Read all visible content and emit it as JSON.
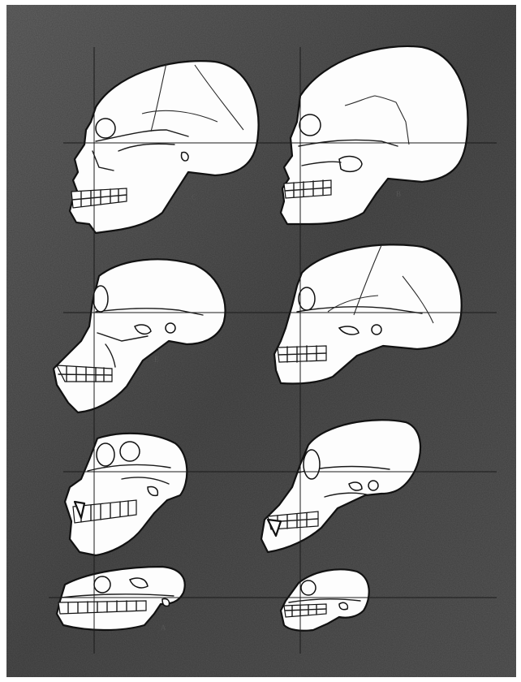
{
  "figure": {
    "background_color": "#5a5a5a",
    "line_color": "#111111",
    "skull_fill": "#fdfdfd"
  },
  "labels": {
    "top_left": "C",
    "top_right": "B",
    "mid_left": "E",
    "bottom_left": "A"
  }
}
